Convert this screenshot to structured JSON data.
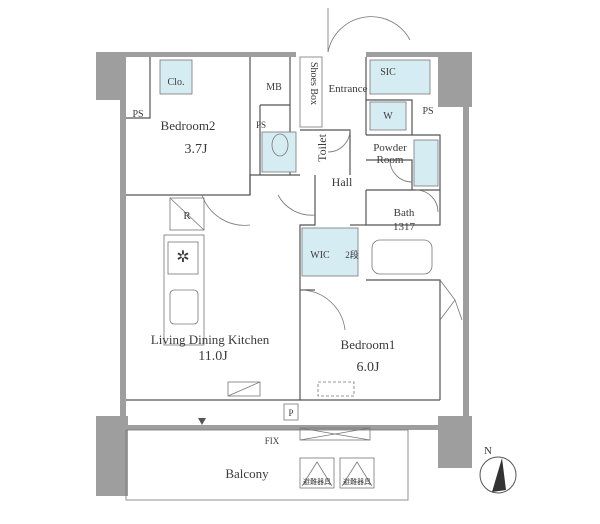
{
  "rooms": {
    "bedroom2": {
      "name": "Bedroom2",
      "size": "3.7J"
    },
    "ldk": {
      "name": "Living Dining Kitchen",
      "size": "11.0J"
    },
    "bedroom1": {
      "name": "Bedroom1",
      "size": "6.0J"
    },
    "hall": "Hall",
    "entrance": "Entrance",
    "powder_room_line1": "Powder",
    "powder_room_line2": "Room",
    "bath": "Bath",
    "bath_size": "1317",
    "toilet": "Toilet",
    "balcony": "Balcony",
    "wic": "WIC",
    "sic": "SIC",
    "mb": "MB",
    "closet": "Clo.",
    "shoes_box": "Shoes Box",
    "ps_left": "PS",
    "ps_right": "PS",
    "ps_toilet": "PS",
    "washer": "W",
    "refrigerator": "R",
    "fix": "FIX",
    "p": "P",
    "wic_shelf": "2段",
    "balcony_tag_left": "避難器具",
    "balcony_tag_right": "避難器具"
  },
  "compass": {
    "label": "N"
  },
  "colors": {
    "wall": "#9e9e9e",
    "storage": "#d6ecf3",
    "line": "#555555"
  }
}
